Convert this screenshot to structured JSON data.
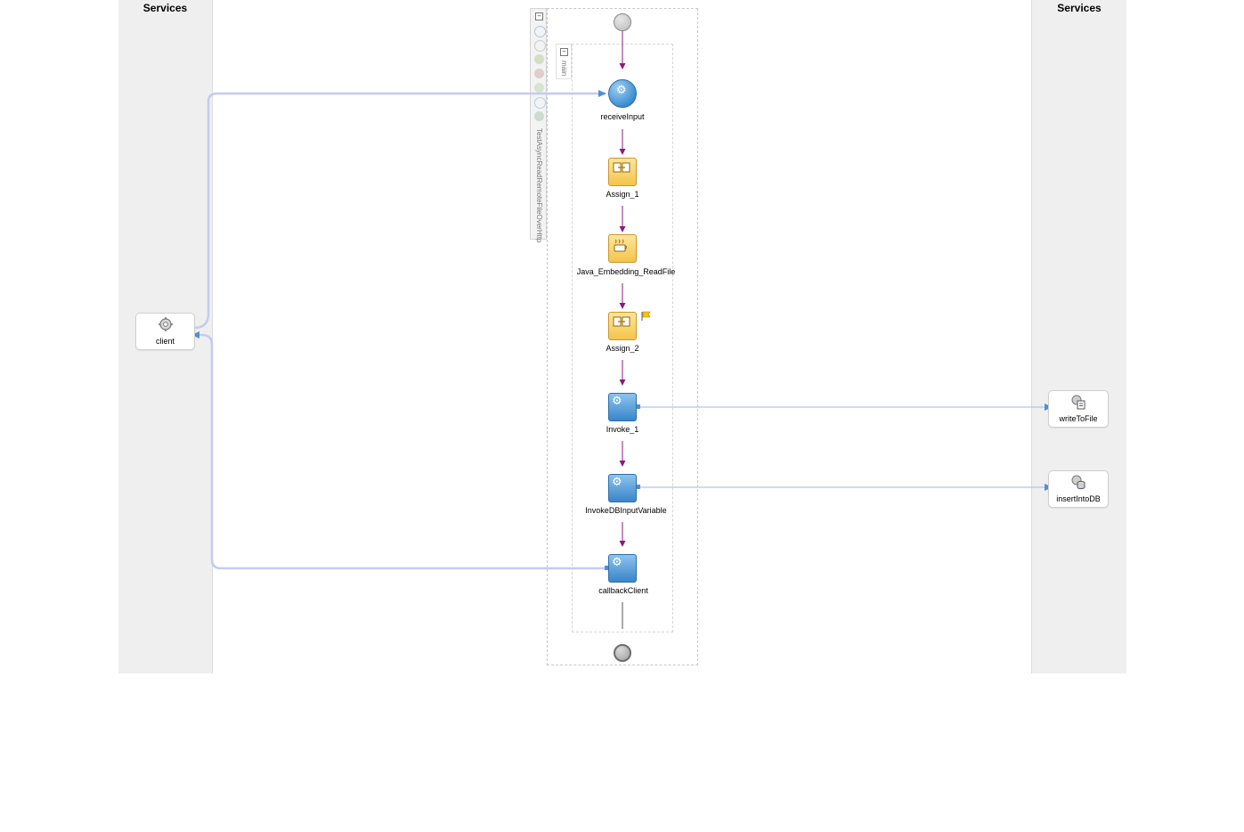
{
  "lanes": {
    "left_title": "Services",
    "right_title": "Services"
  },
  "partners": {
    "client": {
      "label": "client",
      "icon": "gear-icon"
    },
    "write_to_file": {
      "label": "writeToFile",
      "icon": "file-adapter-icon"
    },
    "insert_into_db": {
      "label": "insertIntoDB",
      "icon": "db-adapter-icon"
    }
  },
  "process": {
    "scope_name": "main",
    "process_name": "TestAsyncReadRemoteFileOverHttp",
    "activities": [
      {
        "name": "receiveInput",
        "type": "receive",
        "icon": "gear-icon"
      },
      {
        "name": "Assign_1",
        "type": "assign",
        "icon": "assign-icon"
      },
      {
        "name": "Java_Embedding_ReadFile",
        "type": "java-embedding",
        "icon": "coffee-cup-icon"
      },
      {
        "name": "Assign_2",
        "type": "assign",
        "icon": "assign-icon"
      },
      {
        "name": "Invoke_1",
        "type": "invoke",
        "icon": "gear-icon"
      },
      {
        "name": "InvokeDBInputVariable",
        "type": "invoke",
        "icon": "gear-icon"
      },
      {
        "name": "callbackClient",
        "type": "invoke",
        "icon": "gear-icon"
      }
    ]
  },
  "colors": {
    "flow_arrow": "#8b1a7c",
    "partner_link": "#b8c2f0",
    "lane_bg": "#efefef"
  }
}
